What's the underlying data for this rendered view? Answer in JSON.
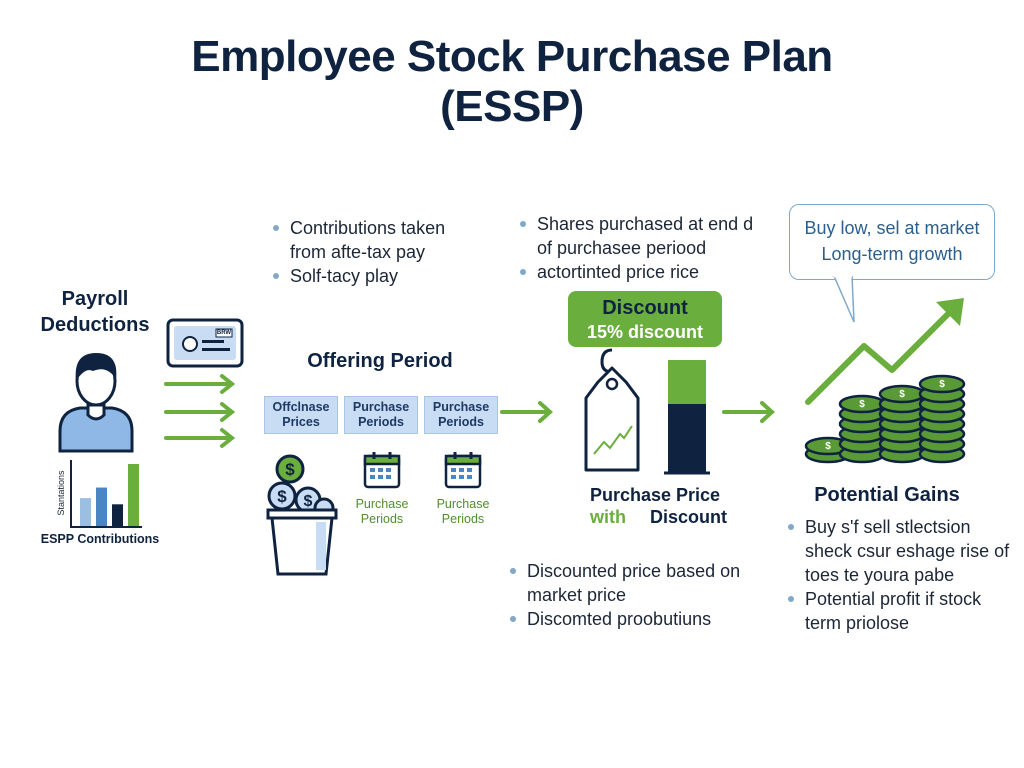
{
  "title": {
    "line1": "Employee Stock Purchase Plan",
    "line2": "(ESSP)"
  },
  "payroll": {
    "heading_line1": "Payroll",
    "heading_line2": "Deductions",
    "card_label": "BRW",
    "chart_ylabel": "Stantations",
    "chart_caption": "ESPP Contributions",
    "bars": [
      {
        "value": 0.45,
        "color": "#9bbfe3"
      },
      {
        "value": 0.62,
        "color": "#4a85c4"
      },
      {
        "value": 0.35,
        "color": "#0f2340"
      },
      {
        "value": 1.0,
        "color": "#6aae3e"
      }
    ]
  },
  "contrib_bullets": [
    "Contributions taken from afte-tax pay",
    "Solf-tacy play"
  ],
  "offering": {
    "heading": "Offering Period",
    "boxes": [
      "Offclnase Prices",
      "Purchase Periods",
      "Purchase Periods"
    ],
    "calendars": [
      "Purchase Periods",
      "Purchase Periods"
    ]
  },
  "shares_bullets": [
    "Shares purchased at end d of purchasee periood",
    "actortinted price rice"
  ],
  "discount": {
    "title": "Discount",
    "subtitle": "15% discount",
    "caption_line1": "Purchase Price",
    "caption_with": "with",
    "caption_discount": "Discount"
  },
  "discounted_bullets": [
    "Discounted price based on market price",
    "Discomted proobutiuns"
  ],
  "bubble": {
    "line1": "Buy low, sel at market",
    "line2": "Long-term growth"
  },
  "gains": {
    "heading": "Potential Gains",
    "bullets": [
      "Buy s'f sell stlectsion sheck csur eshage rise of toes te youra pabe",
      "Potential profit if stock term priolose"
    ]
  },
  "colors": {
    "navy": "#0f2340",
    "green": "#6aae3e",
    "light_blue": "#c8dcf3",
    "mid_blue": "#4a85c4"
  }
}
